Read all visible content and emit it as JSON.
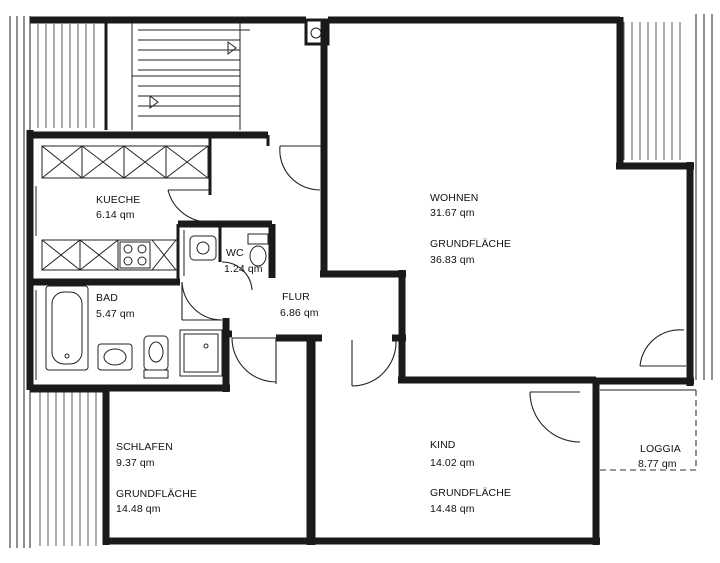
{
  "rooms": {
    "kueche": {
      "name": "KUECHE",
      "area": "6.14 qm"
    },
    "wc": {
      "name": "WC",
      "area": "1.24 qm"
    },
    "bad": {
      "name": "BAD",
      "area": "5.47 qm"
    },
    "flur": {
      "name": "FLUR",
      "area": "6.86 qm"
    },
    "wohnen": {
      "name": "WOHNEN",
      "area": "31.67 qm",
      "gf_label": "GRUNDFLÄCHE",
      "gf_area": "36.83 qm"
    },
    "schlafen": {
      "name": "SCHLAFEN",
      "area": "9.37 qm",
      "gf_label": "GRUNDFLÄCHE",
      "gf_area": "14.48 qm"
    },
    "kind": {
      "name": "KIND",
      "area": "14.02 qm",
      "gf_label": "GRUNDFLÄCHE",
      "gf_area": "14.48 qm"
    },
    "loggia": {
      "name": "LOGGIA",
      "area": "8.77 qm"
    }
  },
  "colors": {
    "ink": "#1a1a1a",
    "paper": "#ffffff"
  },
  "icons": [
    "staircase-arrow-icon",
    "bathtub-icon",
    "washbasin-icon",
    "toilet-icon",
    "shower-tray-icon",
    "stove-icon"
  ]
}
